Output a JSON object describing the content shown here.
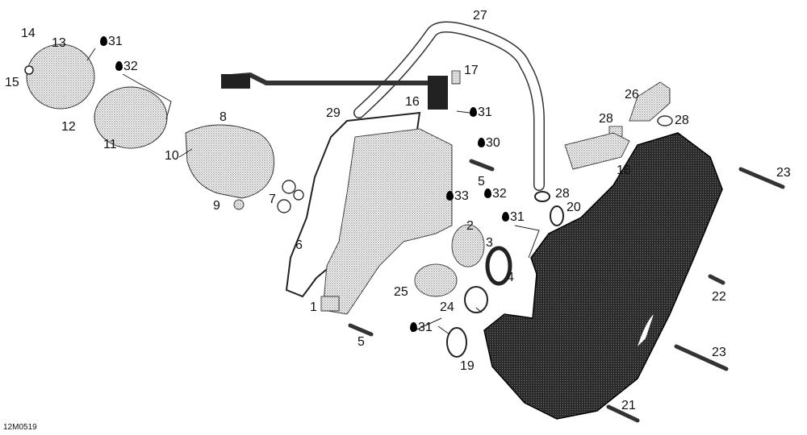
{
  "drawing_code": "12M0519",
  "callouts": [
    "14",
    "13",
    "15",
    "12",
    "11",
    "10",
    "9",
    "8",
    "7",
    "6",
    "1",
    "5",
    "5",
    "2",
    "3",
    "4",
    "25",
    "24",
    "19",
    "27",
    "17",
    "16",
    "29",
    "26",
    "28",
    "28",
    "18",
    "23",
    "22",
    "23",
    "21",
    "20",
    "28"
  ],
  "drop_markers": [
    "31",
    "32",
    "31",
    "30",
    "33",
    "32",
    "31",
    "31"
  ],
  "colors": {
    "ink": "#111111",
    "stipple": "#8a8a8a",
    "background": "#ffffff"
  }
}
